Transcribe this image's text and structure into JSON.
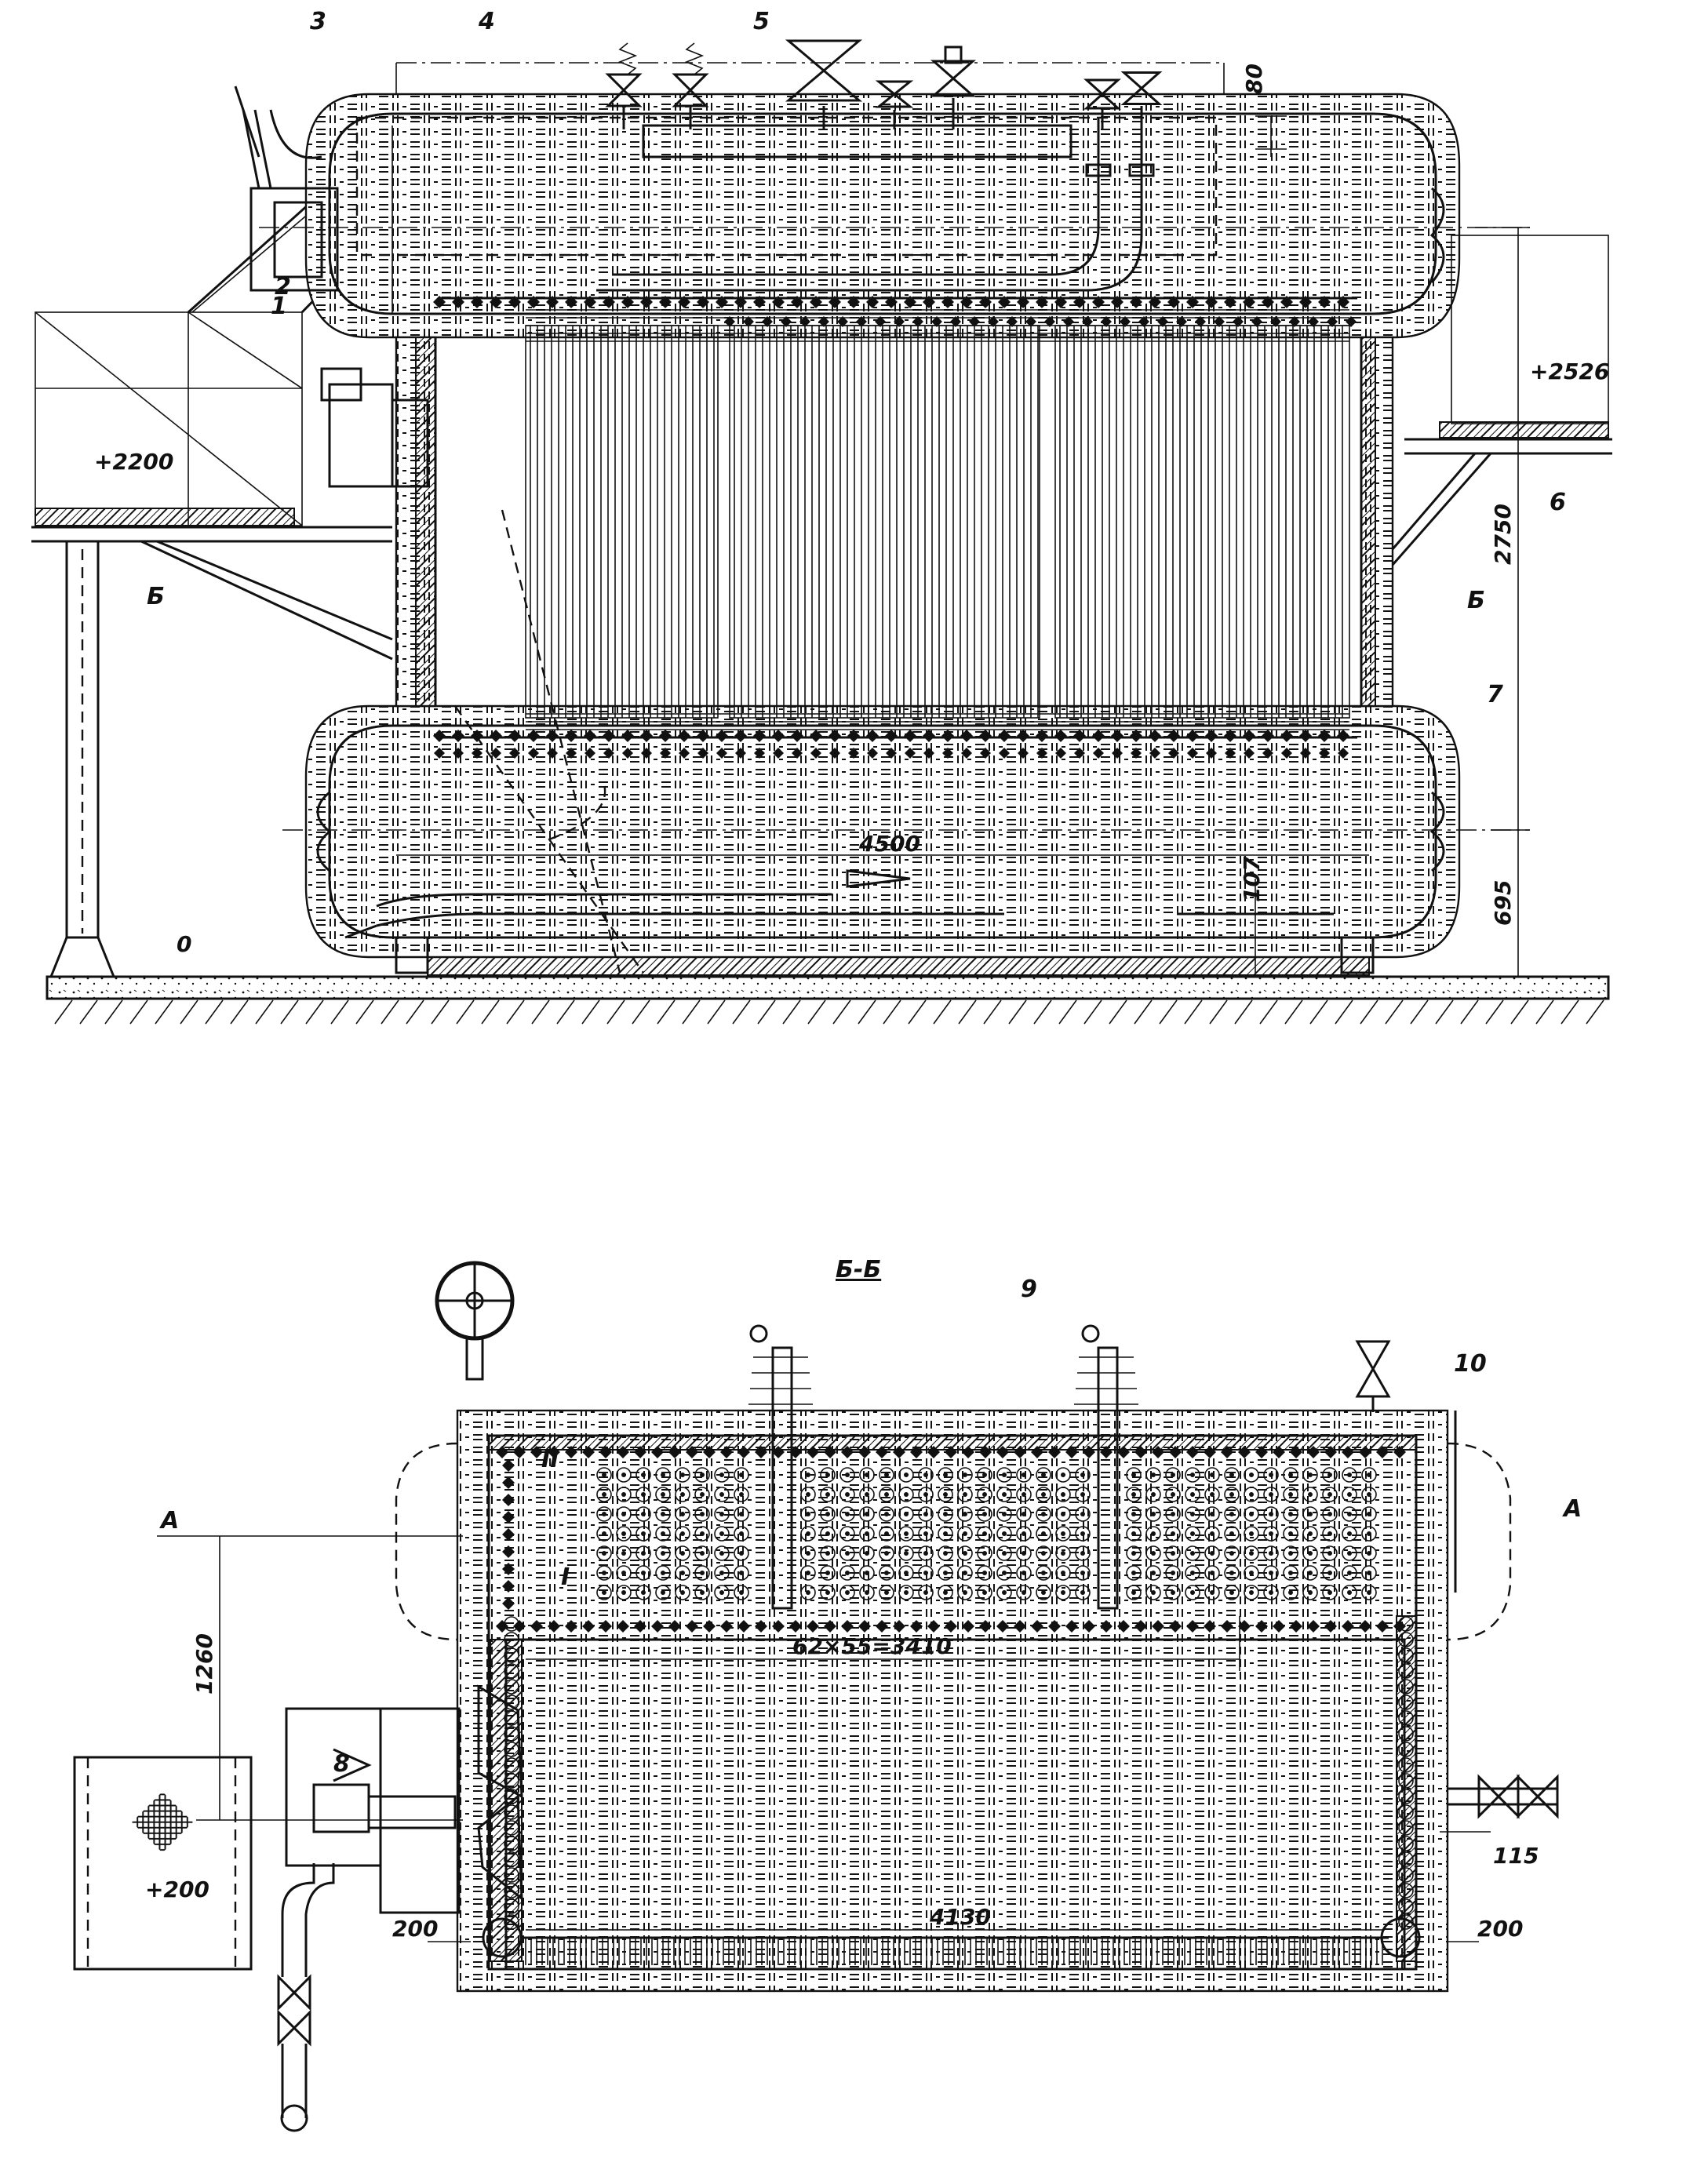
{
  "top_view": {
    "callouts": [
      "1",
      "2",
      "3",
      "4",
      "5",
      "6",
      "7"
    ],
    "levels": [
      "+2200",
      "+2526",
      "0"
    ],
    "section_marks": [
      "Б",
      "Б"
    ],
    "dimensions": {
      "top_gap": "80",
      "height_upper": "2750",
      "height_lower": "695",
      "length": "4500",
      "bottom_gap": "107"
    }
  },
  "section_view": {
    "title": "Б-Б",
    "callouts": [
      "8",
      "9",
      "10"
    ],
    "section_marks": [
      "А",
      "А"
    ],
    "roman_marks": [
      "II",
      "I"
    ],
    "level": "+200",
    "dimensions": {
      "pitch": "62×55=3410",
      "width": "4130",
      "height": "1260",
      "offset_right": "115",
      "wall_left": "200",
      "wall_right": "200"
    }
  }
}
